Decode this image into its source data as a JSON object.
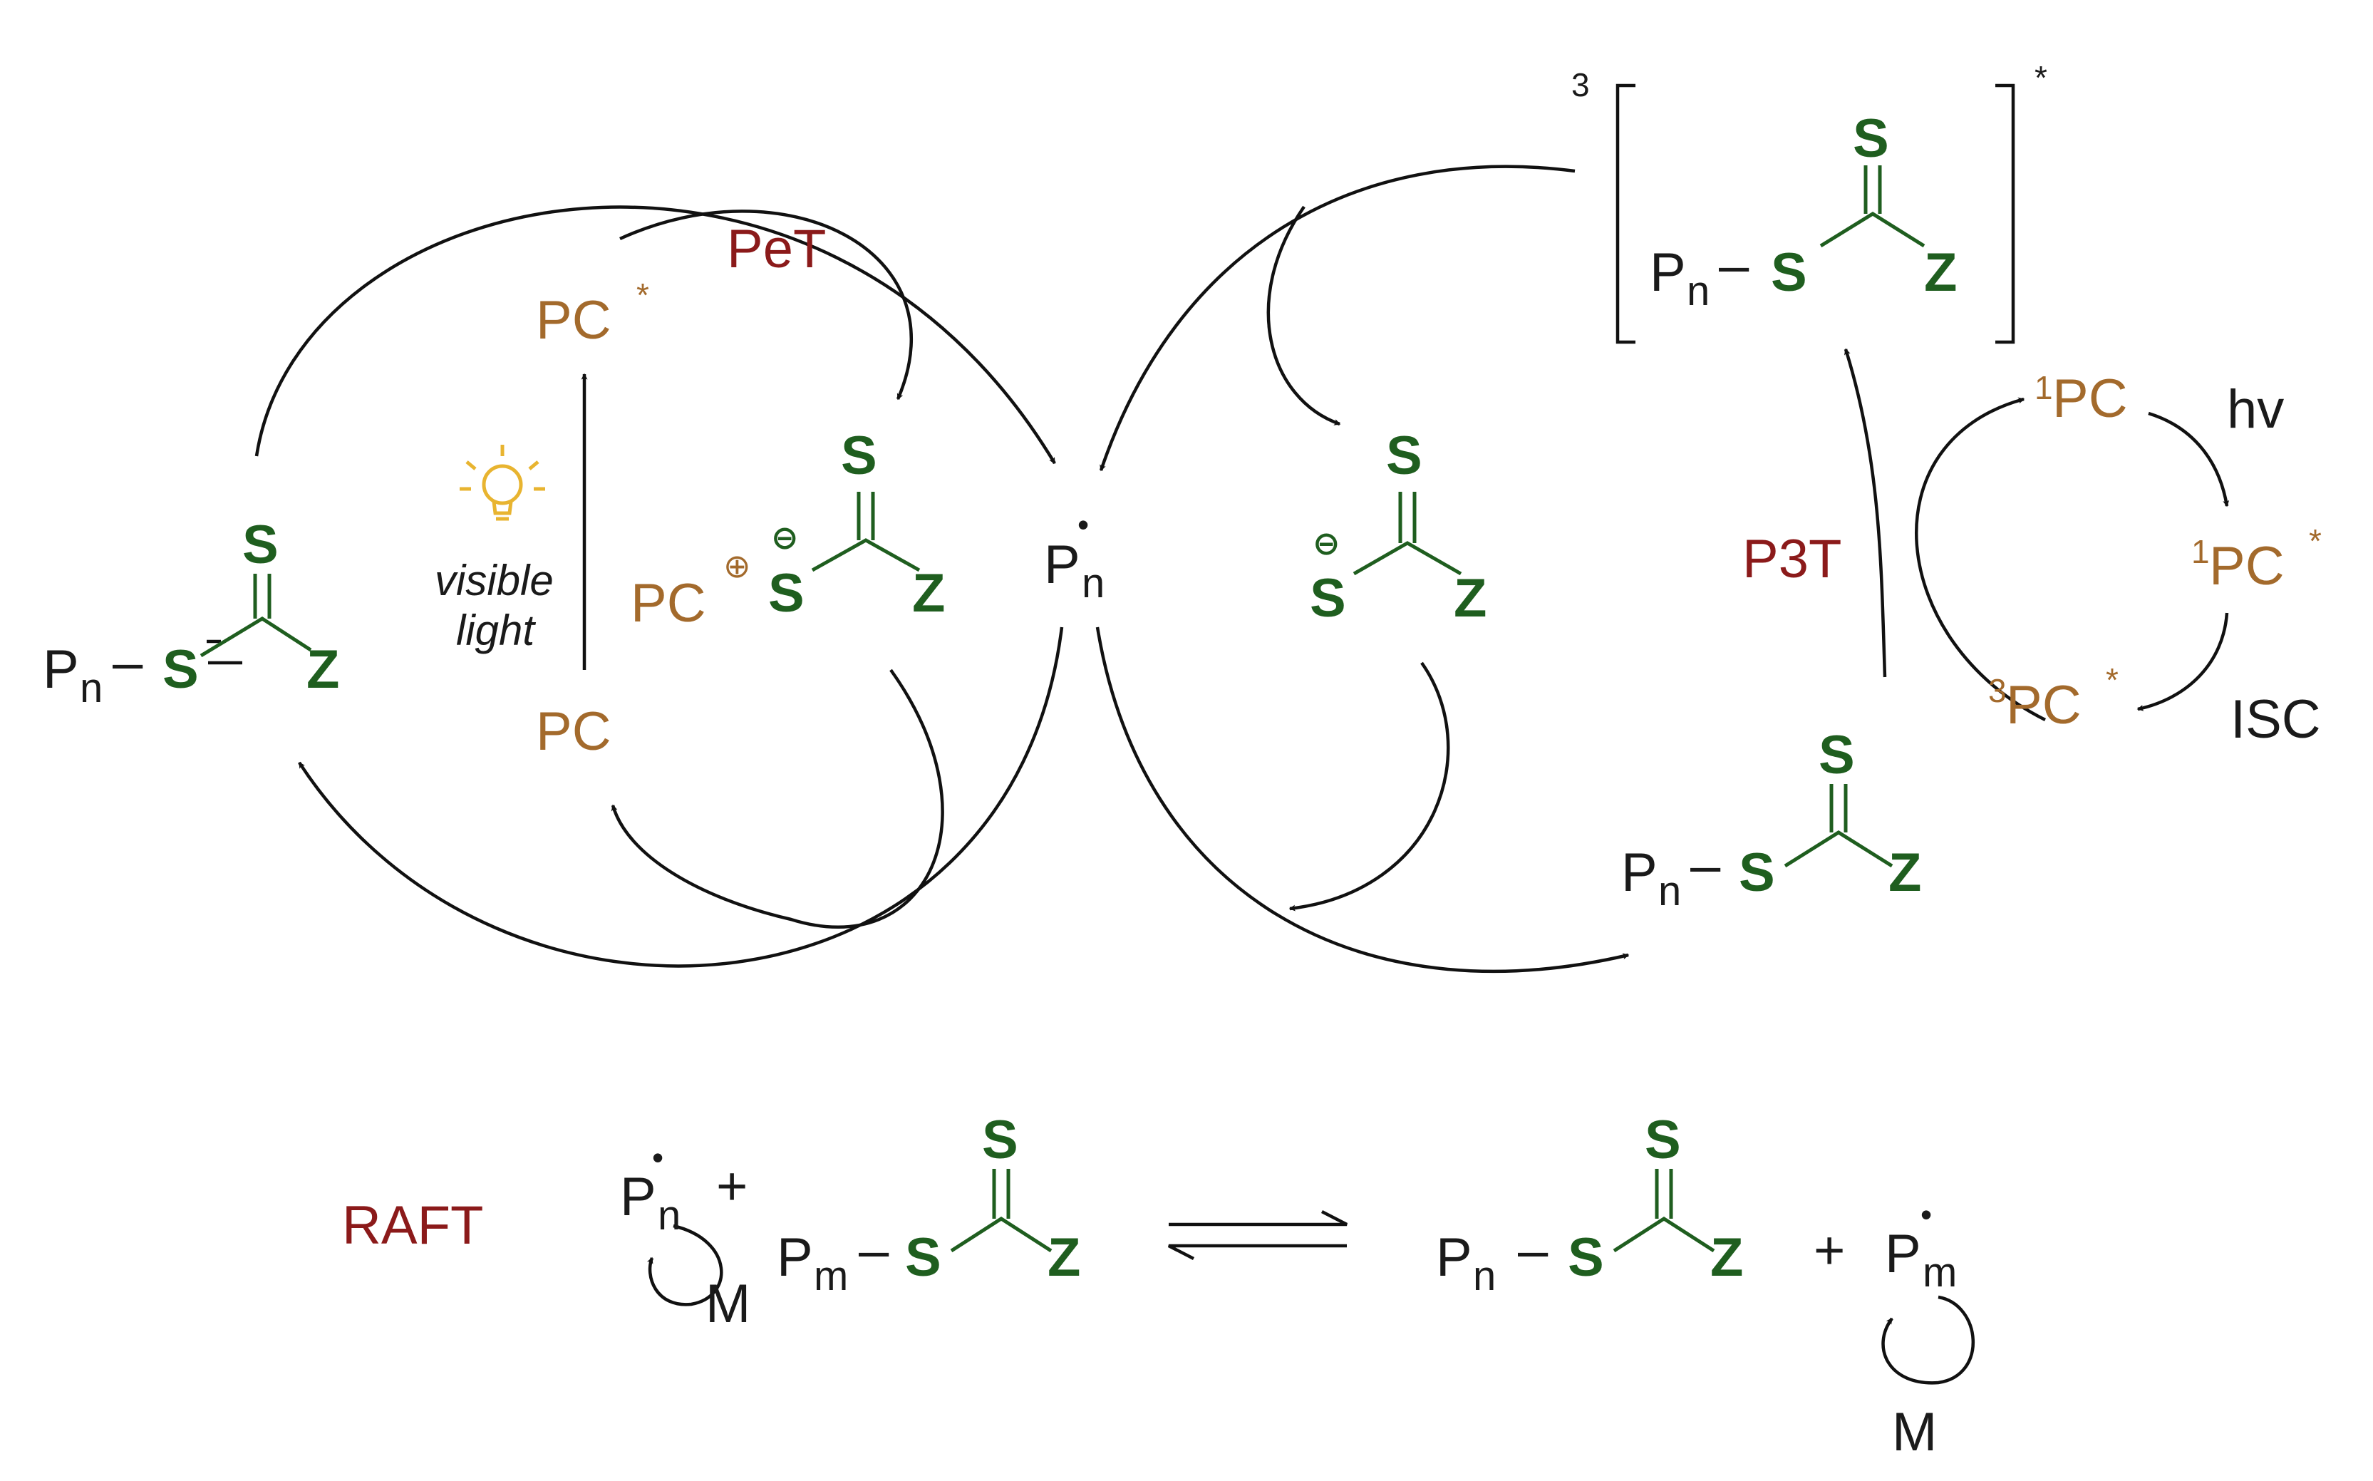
{
  "colors": {
    "black": "#1a1a1a",
    "green": "#1f5e1f",
    "brown": "#a36a2c",
    "red": "#8b1a1a",
    "bulb": "#e8b430"
  },
  "icons": {
    "light": "light-bulb-icon"
  },
  "labels": {
    "P": "P",
    "n": "n",
    "m": "m",
    "S": "S",
    "Z": "Z",
    "dash": "–",
    "plus": "+",
    "dot": "•",
    "PC": "PC",
    "star": "*",
    "one": "1",
    "three": "3",
    "PeT": "PeT",
    "P3T": "P3T",
    "hv": "hv",
    "ISC": "ISC",
    "visible": "visible",
    "light": "light",
    "RAFT": "RAFT",
    "M": "M",
    "oplus": "⊕",
    "ominus": "⊖"
  }
}
